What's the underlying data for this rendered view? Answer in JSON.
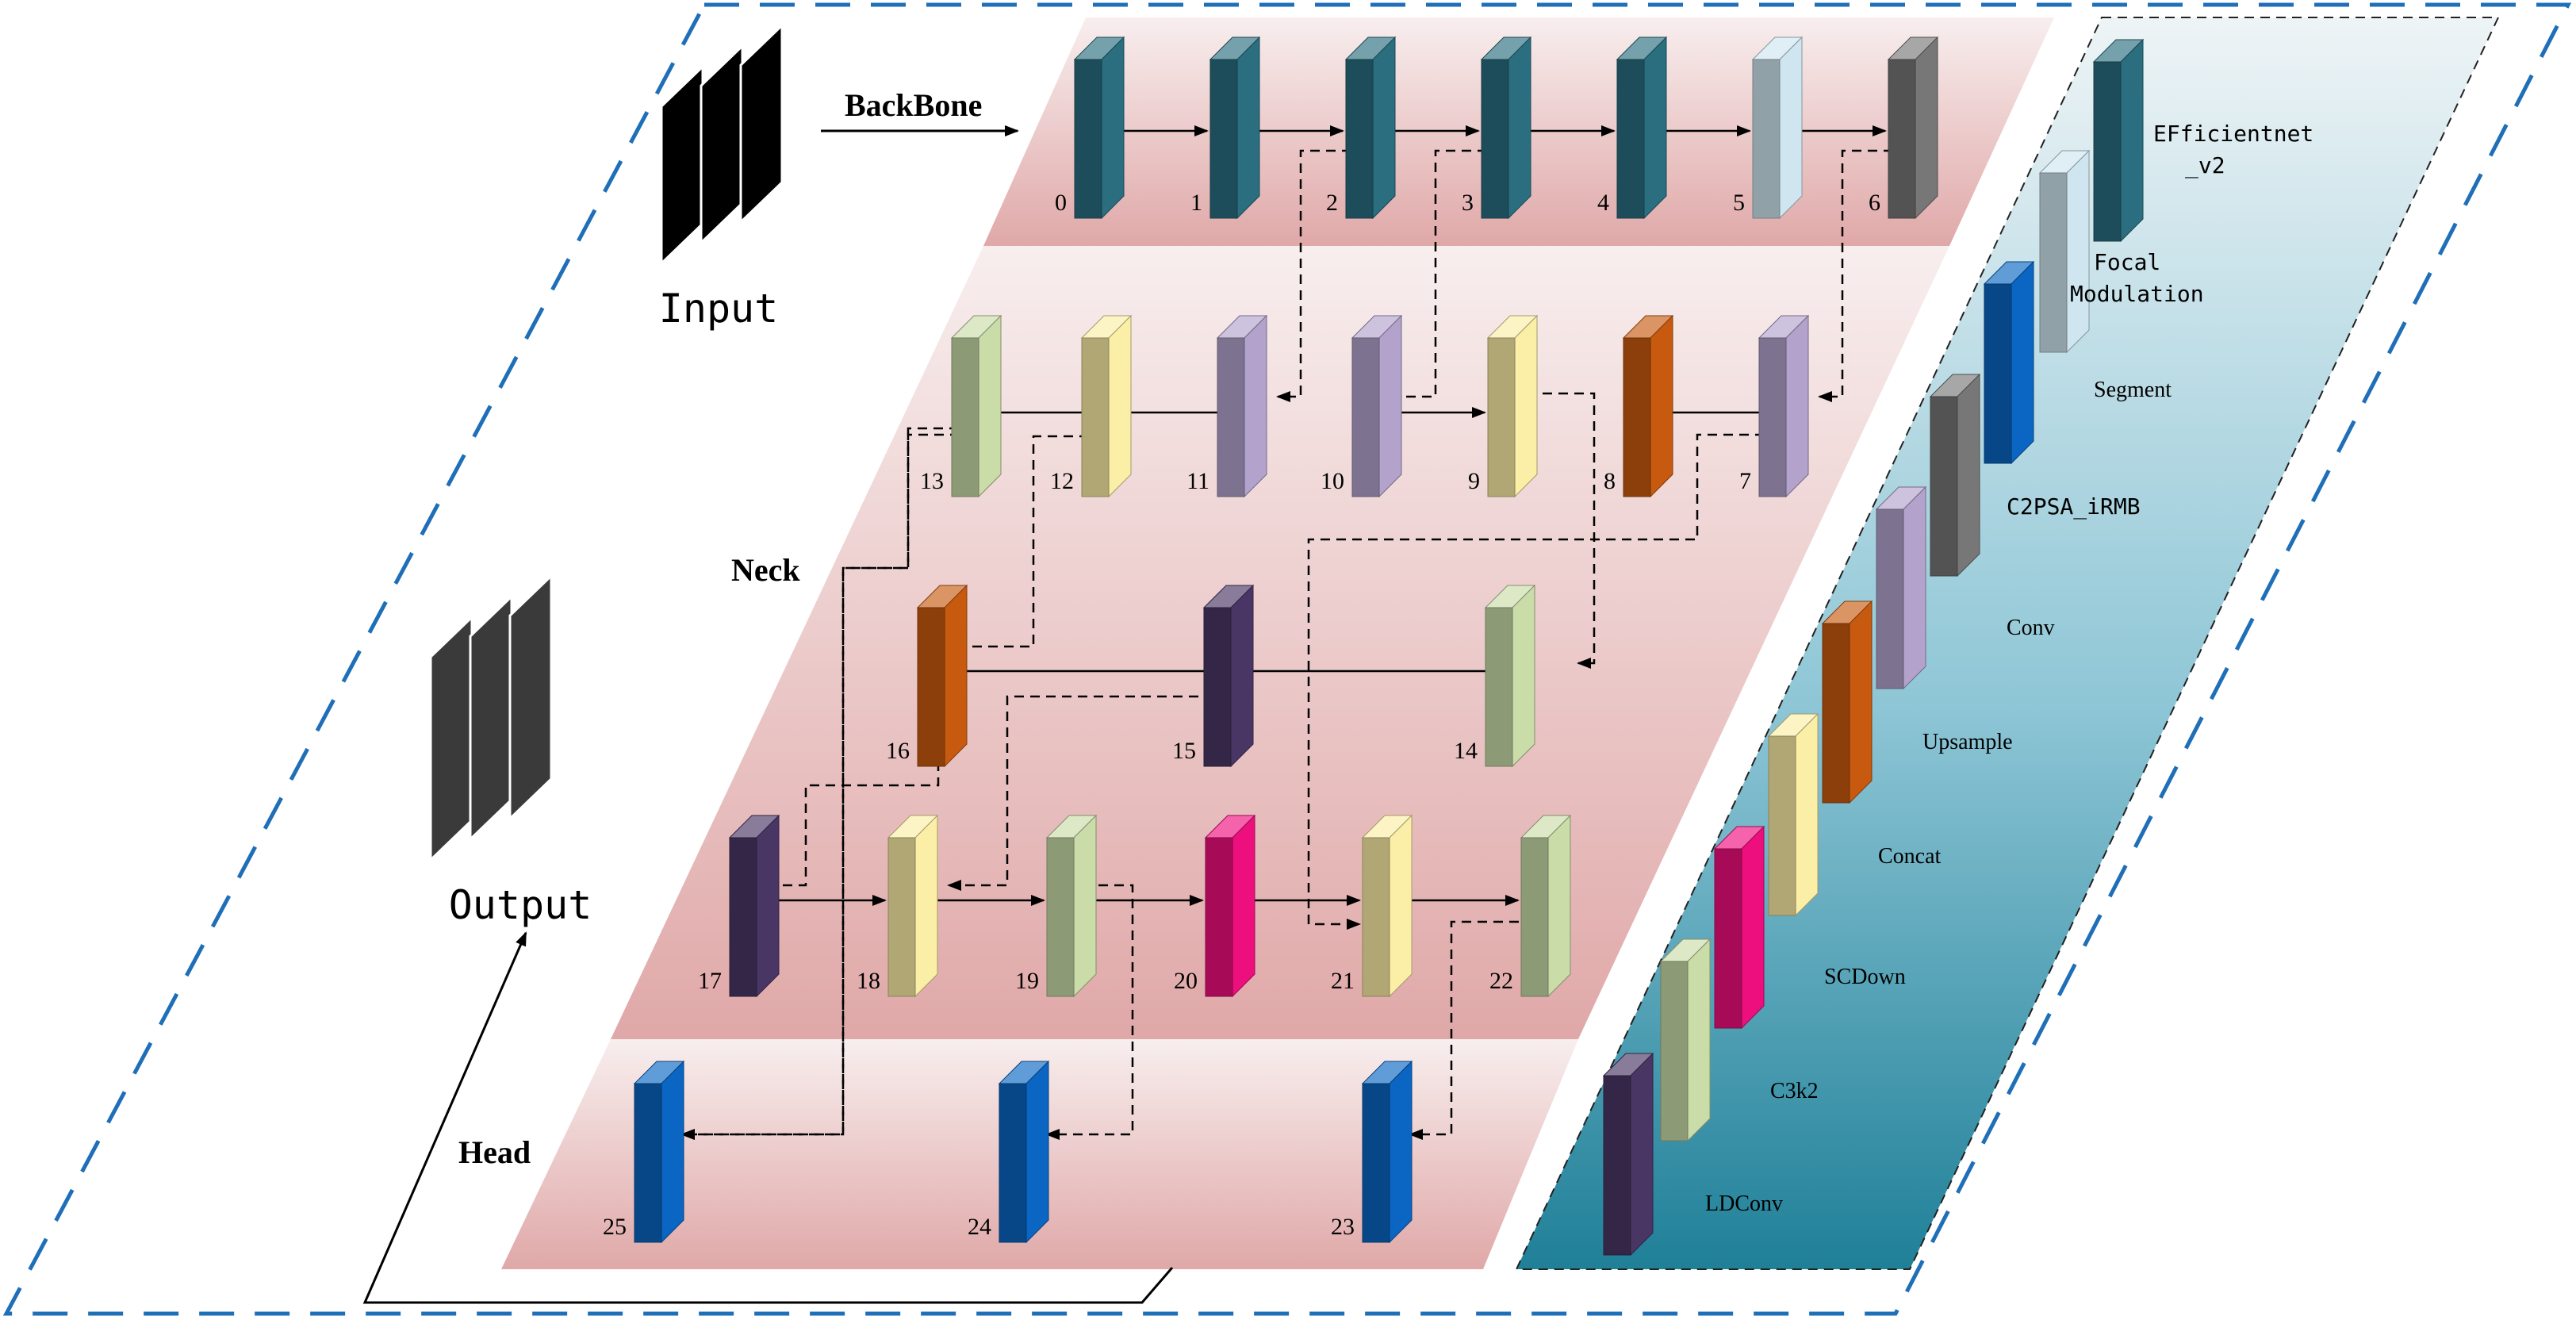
{
  "labels": {
    "input": "Input",
    "output": "Output",
    "backbone": "BackBone",
    "neck": "Neck",
    "head": "Head"
  },
  "colors": {
    "frame_dash": "#1f6fb8",
    "band_light": "#f8eeee",
    "band_dark": "#e0a8a8",
    "legend_light": "#eef4f6",
    "legend_dark": "#1f8098",
    "efficientnet": "#2a6e80",
    "focal_modulation": "#cfe6f0",
    "segment": "#0a66c2",
    "c2psa_irmb": "#777777",
    "conv": "#b3a3cc",
    "upsample": "#c85a10",
    "concat": "#fbeea6",
    "scdown": "#ee0f7e",
    "c3k2": "#cadca8",
    "ldconv": "#4a3665",
    "stack": "#000000",
    "output_stack": "#3a3a3a"
  },
  "legend": [
    {
      "id": "efficientnet",
      "line1": "EFficientnet",
      "line2": "_v2"
    },
    {
      "id": "focal",
      "line1": "Focal",
      "line2": "Modulation"
    },
    {
      "id": "segment",
      "line1": "Segment",
      "line2": ""
    },
    {
      "id": "c2psa",
      "line1": "C2PSA_iRMB",
      "line2": ""
    },
    {
      "id": "conv",
      "line1": "Conv",
      "line2": ""
    },
    {
      "id": "upsample",
      "line1": "Upsample",
      "line2": ""
    },
    {
      "id": "concat",
      "line1": "Concat",
      "line2": ""
    },
    {
      "id": "scdown",
      "line1": "SCDown",
      "line2": ""
    },
    {
      "id": "c3k2",
      "line1": "C3k2",
      "line2": ""
    },
    {
      "id": "ldconv",
      "line1": "LDConv",
      "line2": ""
    }
  ],
  "nodes": [
    {
      "id": "0",
      "label": "0",
      "type": "efficientnet"
    },
    {
      "id": "1",
      "label": "1",
      "type": "efficientnet"
    },
    {
      "id": "2",
      "label": "2",
      "type": "efficientnet"
    },
    {
      "id": "3",
      "label": "3",
      "type": "efficientnet"
    },
    {
      "id": "4",
      "label": "4",
      "type": "efficientnet"
    },
    {
      "id": "5",
      "label": "5",
      "type": "focal_modulation"
    },
    {
      "id": "6",
      "label": "6",
      "type": "c2psa_irmb"
    },
    {
      "id": "7",
      "label": "7",
      "type": "conv"
    },
    {
      "id": "8",
      "label": "8",
      "type": "upsample"
    },
    {
      "id": "9",
      "label": "9",
      "type": "concat"
    },
    {
      "id": "10",
      "label": "10",
      "type": "conv"
    },
    {
      "id": "11",
      "label": "11",
      "type": "conv"
    },
    {
      "id": "12",
      "label": "12",
      "type": "concat"
    },
    {
      "id": "13",
      "label": "13",
      "type": "c3k2"
    },
    {
      "id": "14",
      "label": "14",
      "type": "c3k2"
    },
    {
      "id": "15",
      "label": "15",
      "type": "ldconv"
    },
    {
      "id": "16",
      "label": "16",
      "type": "upsample"
    },
    {
      "id": "17",
      "label": "17",
      "type": "ldconv"
    },
    {
      "id": "18",
      "label": "18",
      "type": "concat"
    },
    {
      "id": "19",
      "label": "19",
      "type": "c3k2"
    },
    {
      "id": "20",
      "label": "20",
      "type": "scdown"
    },
    {
      "id": "21",
      "label": "21",
      "type": "concat"
    },
    {
      "id": "22",
      "label": "22",
      "type": "c3k2"
    },
    {
      "id": "23",
      "label": "23",
      "type": "segment"
    },
    {
      "id": "24",
      "label": "24",
      "type": "segment"
    },
    {
      "id": "25",
      "label": "25",
      "type": "segment"
    }
  ]
}
